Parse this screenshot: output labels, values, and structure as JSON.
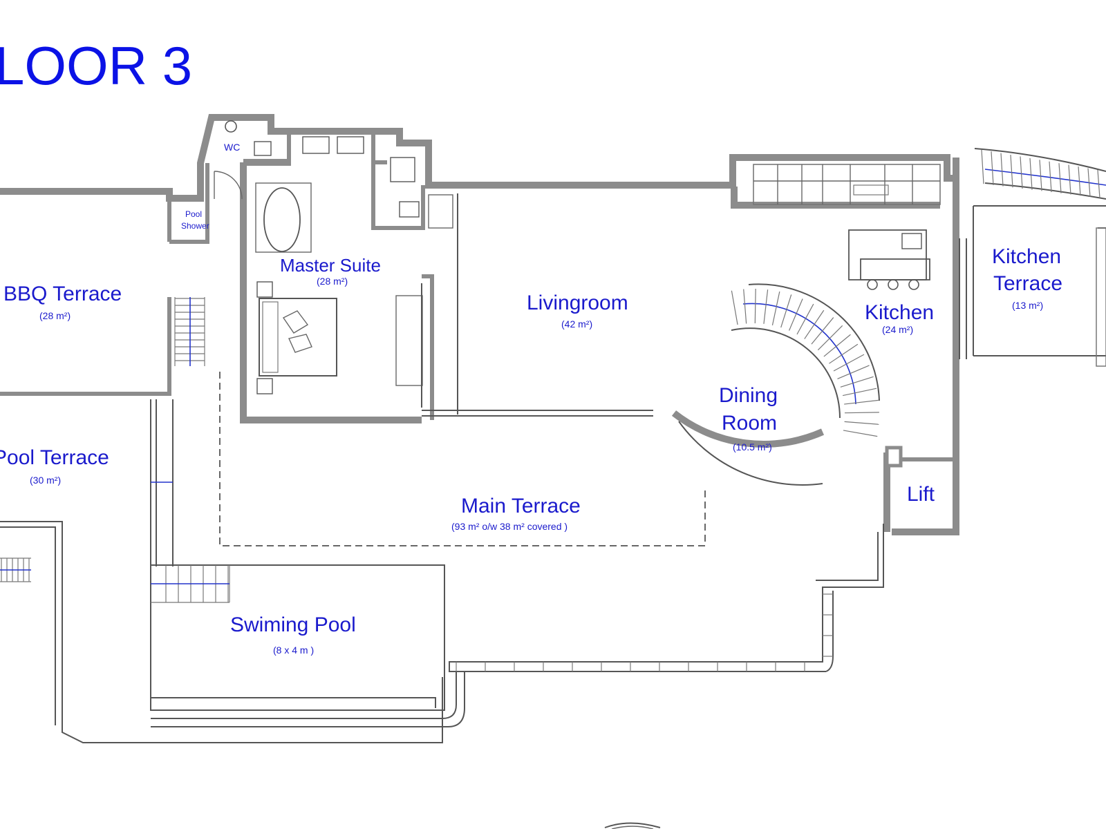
{
  "title": "LOOR 3",
  "rooms": {
    "wc": {
      "name": "WC"
    },
    "pool_shower": {
      "line1": "Pool",
      "line2": "Shower"
    },
    "master_suite": {
      "name": "Master Suite",
      "area": "(28 m²)"
    },
    "bbq_terrace": {
      "name": "BBQ Terrace",
      "area": "(28 m²)"
    },
    "pool_terrace": {
      "name": "Pool Terrace",
      "area": "(30 m²)"
    },
    "livingroom": {
      "name": "Livingroom",
      "area": "(42 m²)"
    },
    "kitchen": {
      "name": "Kitchen",
      "area": "(24 m²)"
    },
    "kitchen_terrace": {
      "line1": "Kitchen",
      "line2": "Terrace",
      "area": "(13 m²)"
    },
    "dining_room": {
      "line1": "Dining",
      "line2": "Room",
      "area": "(10.5 m²)"
    },
    "main_terrace": {
      "name": "Main Terrace",
      "area": "(93 m²  o/w  38 m² covered )"
    },
    "lift": {
      "name": "Lift"
    },
    "swimming_pool": {
      "name": "Swiming Pool",
      "size": "(8 x 4 m )"
    }
  },
  "colors": {
    "label": "#1a1acc",
    "title": "#0b12e6",
    "wall": "#8c8c8c"
  }
}
